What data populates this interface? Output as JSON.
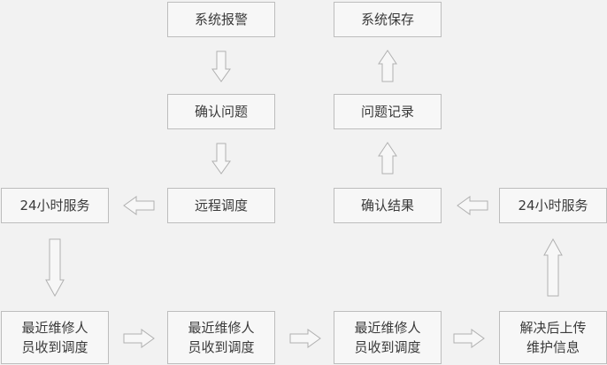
{
  "nodes": {
    "system_alarm": "系统报警",
    "system_save": "系统保存",
    "confirm_issue": "确认问题",
    "issue_record": "问题记录",
    "service_24h_left": "24小时服务",
    "remote_dispatch": "远程调度",
    "confirm_result": "确认结果",
    "service_24h_right": "24小时服务",
    "nearest_repair_1": "最近维修人\n员收到调度",
    "nearest_repair_2": "最近维修人\n员收到调度",
    "nearest_repair_3": "最近维修人\n员收到调度",
    "resolve_upload": "解决后上传\n维护信息"
  }
}
